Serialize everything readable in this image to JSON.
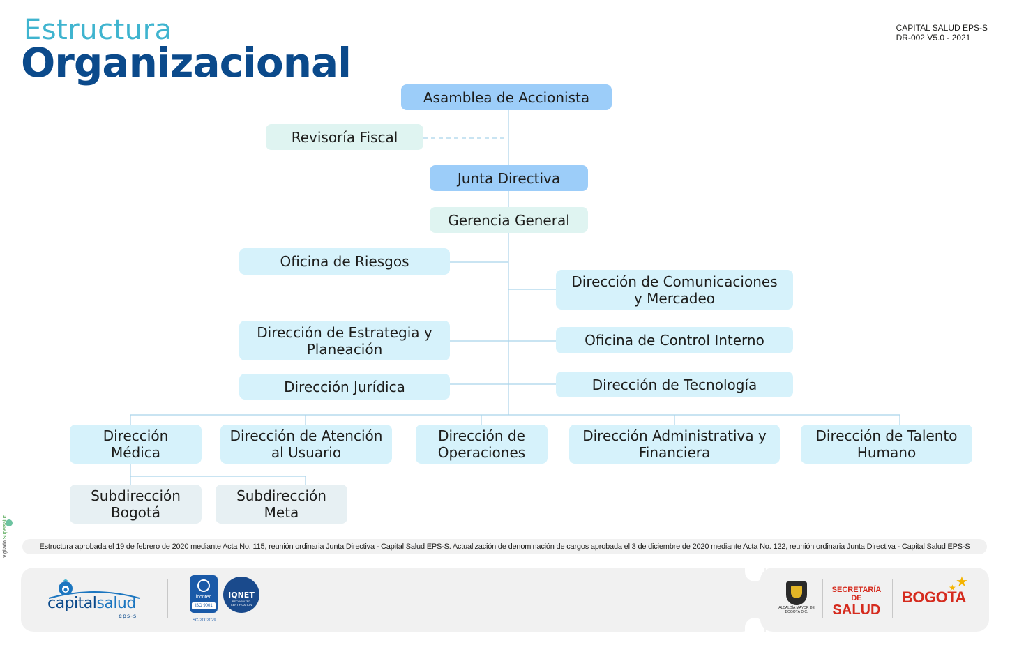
{
  "header": {
    "title_line1": "Estructura",
    "title_line2": "Organizacional",
    "doc_code_line1": "CAPITAL SALUD EPS-S",
    "doc_code_line2": "DR-002 V5.0 - 2021"
  },
  "org": {
    "asamblea": "Asamblea de Accionista",
    "revisoria": "Revisoría Fiscal",
    "junta": "Junta Directiva",
    "gerencia": "Gerencia General",
    "riesgos": "Oficina de Riesgos",
    "comunicaciones": "Dirección de Comunicaciones y Mercadeo",
    "estrategia": "Dirección de Estrategia y Planeación",
    "control_interno": "Oficina de Control Interno",
    "juridica": "Dirección Jurídica",
    "tecnologia": "Dirección de Tecnología",
    "medica": "Dirección Médica",
    "atencion": "Dirección de Atención al Usuario",
    "operaciones": "Dirección de Operaciones",
    "administrativa": "Dirección Administrativa y Financiera",
    "talento": "Dirección de Talento Humano",
    "sub_bogota": "Subdirección Bogotá",
    "sub_meta": "Subdirección Meta"
  },
  "colors": {
    "top_level": "#9ccdf9",
    "fiscal": "#dff4f1",
    "unit": "#d6f2fb",
    "sub_unit": "#e7f0f3",
    "connector": "#a9d3ea",
    "title_light": "#3fb4cf",
    "title_dark": "#0b4a8b"
  },
  "note": "Estructura aprobada el 19 de febrero de 2020 mediante Acta No. 115, reunión ordinaria Junta Directiva - Capital Salud EPS-S. Actualización de denominación de cargos aprobada el 3 de diciembre de 2020 mediante Acta No. 122, reunión ordinaria Junta Directiva - Capital Salud EPS-S",
  "side": {
    "vigilado": "Vigilado",
    "supersalud": "Supersalud"
  },
  "footer": {
    "brand_main": "capital",
    "brand_thin": "salud",
    "brand_sub": "eps-s",
    "icontec_label": "icontec",
    "iso_label": "ISO 9001",
    "cert_code": "SC-2002029",
    "iqnet_label": "IQNET",
    "iqnet_sub": "RECOGNIZED CERTIFICATION",
    "alcaldia": "ALCALDÍA MAYOR DE BOGOTÁ D.C.",
    "secretaria_line1": "SECRETARÍA DE",
    "secretaria_line2": "SALUD",
    "bogota": "BOGOTA",
    "icons": [
      "capital-salud-logo",
      "icontec-seal",
      "iqnet-seal",
      "bogota-coat-of-arms",
      "star-icon"
    ]
  }
}
